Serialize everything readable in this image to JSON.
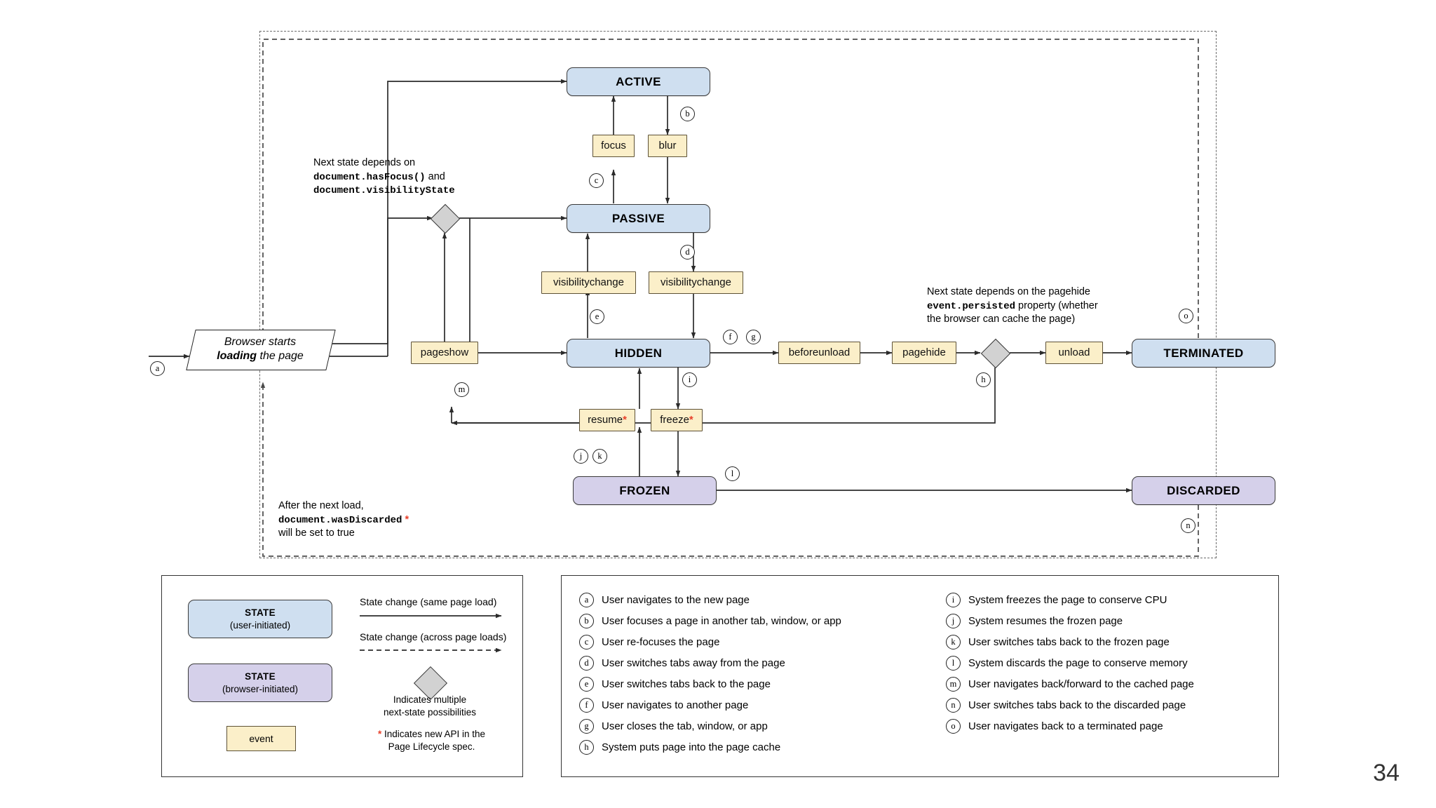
{
  "page_number": "34",
  "diagram": {
    "states": [
      {
        "id": "active",
        "label": "ACTIVE",
        "kind": "user"
      },
      {
        "id": "passive",
        "label": "PASSIVE",
        "kind": "user"
      },
      {
        "id": "hidden",
        "label": "HIDDEN",
        "kind": "user"
      },
      {
        "id": "terminated",
        "label": "TERMINATED",
        "kind": "user"
      },
      {
        "id": "frozen",
        "label": "FROZEN",
        "kind": "browser"
      },
      {
        "id": "discarded",
        "label": "DISCARDED",
        "kind": "browser"
      }
    ],
    "events": [
      {
        "id": "focus",
        "label": "focus"
      },
      {
        "id": "blur",
        "label": "blur"
      },
      {
        "id": "visibilitychange_left",
        "label": "visibilitychange"
      },
      {
        "id": "visibilitychange_right",
        "label": "visibilitychange"
      },
      {
        "id": "pageshow",
        "label": "pageshow"
      },
      {
        "id": "beforeunload",
        "label": "beforeunload"
      },
      {
        "id": "pagehide",
        "label": "pagehide"
      },
      {
        "id": "unload",
        "label": "unload"
      },
      {
        "id": "resume",
        "label": "resume",
        "new_api": true
      },
      {
        "id": "freeze",
        "label": "freeze",
        "new_api": true
      }
    ],
    "start_node": {
      "line1": "Browser starts",
      "line2_bold": "loading",
      "line2_rest": " the page"
    },
    "notes": [
      {
        "id": "note-hasfocus",
        "line1": "Next state depends on",
        "line2": "document.hasFocus()",
        "line2_rest": " and",
        "line3": "document.visibilityState"
      },
      {
        "id": "note-persisted",
        "line1": "Next state depends on the pagehide",
        "line2": "event.persisted",
        "line2_rest": " property (whether",
        "line3": "the browser can cache the page)"
      },
      {
        "id": "note-wasdiscarded",
        "line1": "After the next load,",
        "line2": "document.wasDiscarded",
        "line2_rest": "",
        "line3": "will be set to true"
      }
    ],
    "edge_labels": [
      {
        "id": "a",
        "letter": "a"
      },
      {
        "id": "b",
        "letter": "b"
      },
      {
        "id": "c",
        "letter": "c"
      },
      {
        "id": "d",
        "letter": "d"
      },
      {
        "id": "e",
        "letter": "e"
      },
      {
        "id": "f",
        "letter": "f"
      },
      {
        "id": "g",
        "letter": "g"
      },
      {
        "id": "h",
        "letter": "h"
      },
      {
        "id": "i",
        "letter": "i"
      },
      {
        "id": "j",
        "letter": "j"
      },
      {
        "id": "k",
        "letter": "k"
      },
      {
        "id": "l",
        "letter": "l"
      },
      {
        "id": "m",
        "letter": "m"
      },
      {
        "id": "n",
        "letter": "n"
      },
      {
        "id": "o",
        "letter": "o"
      }
    ]
  },
  "legend": {
    "state_user": {
      "title": "STATE",
      "sub": "(user-initiated)"
    },
    "state_browser": {
      "title": "STATE",
      "sub": "(browser-initiated)"
    },
    "event_box": {
      "label": "event"
    },
    "arrow_solid_label": "State change (same page load)",
    "arrow_dashed_label": "State change (across page loads)",
    "diamond_caption_l1": "Indicates multiple",
    "diamond_caption_l2": "next-state possibilities",
    "star_caption_l1": "Indicates new API in the",
    "star_caption_l2": "Page Lifecycle spec."
  },
  "key": {
    "left": [
      {
        "letter": "a",
        "text": "User navigates to the new page"
      },
      {
        "letter": "b",
        "text": "User focuses a page in another tab, window, or app"
      },
      {
        "letter": "c",
        "text": "User re-focuses the page"
      },
      {
        "letter": "d",
        "text": "User switches tabs away from the page"
      },
      {
        "letter": "e",
        "text": "User switches tabs back to the page"
      },
      {
        "letter": "f",
        "text": "User navigates to another page"
      },
      {
        "letter": "g",
        "text": "User closes the tab, window, or app"
      },
      {
        "letter": "h",
        "text": "System puts page into the page cache"
      }
    ],
    "right": [
      {
        "letter": "i",
        "text": "System freezes the page to conserve CPU"
      },
      {
        "letter": "j",
        "text": "System resumes the frozen page"
      },
      {
        "letter": "k",
        "text": "User switches tabs back to the frozen page"
      },
      {
        "letter": "l",
        "text": "System discards the page to conserve memory"
      },
      {
        "letter": "m",
        "text": "User navigates back/forward to the cached page"
      },
      {
        "letter": "n",
        "text": "User switches tabs back to the discarded page"
      },
      {
        "letter": "o",
        "text": "User navigates back to a terminated page"
      }
    ]
  },
  "colors": {
    "state_user_fill": "#cfdff0",
    "state_browser_fill": "#d5d0ea",
    "event_fill": "#fbefc9",
    "diamond_fill": "#d2d2d2",
    "stroke": "#3a3a3a",
    "new_api_star": "#e8402a"
  }
}
